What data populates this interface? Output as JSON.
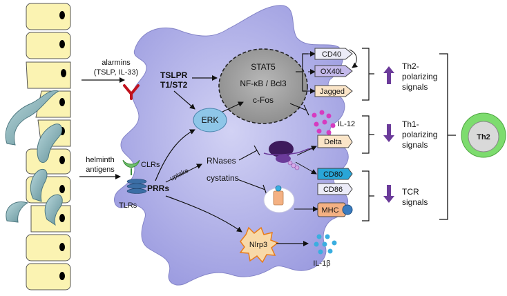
{
  "labels": {
    "alarmins_line1": "alarmins",
    "alarmins_line2": "(TSLP, IL-33)",
    "helminth_line1": "helminth",
    "helminth_line2": "antigens",
    "clrs": "CLRs",
    "tlrs": "TLRs",
    "prrs": "PRRs",
    "uptake": "uptake",
    "tslpr": "TSLPR",
    "t1st2": "T1/ST2",
    "erk": "ERK",
    "stat5": "STAT5",
    "nfkb": "NF-κB / Bcl3",
    "cfos": "c-Fos",
    "rnases": "RNases",
    "cystatins": "cystatins",
    "nlrp3": "Nlrp3",
    "il12": "IL-12",
    "il1b": "IL-1β",
    "cd40": "CD40",
    "ox40l": "OX40L",
    "jagged": "Jagged",
    "delta": "Delta",
    "cd80": "CD80",
    "cd86": "CD86",
    "mhc": "MHC",
    "th2pol_1": "Th2-",
    "th2pol_2": "polarizing",
    "th2pol_3": "signals",
    "th1pol_1": "Th1-",
    "th1pol_2": "polarizing",
    "th1pol_3": "signals",
    "tcr_1": "TCR",
    "tcr_2": "signals",
    "th2": "Th2"
  },
  "colors": {
    "epithelium": "#fbf3b2",
    "dc_body": "#b3b3ea",
    "nucleus": "#a3a3a3",
    "erk": "#8ec6e8",
    "purple_arrow": "#6b3b9a",
    "receptor_red": "#c0121d",
    "th2_outer": "#7ddc6e",
    "magenta": "#d63bc0",
    "cyan": "#3aaee0"
  },
  "arrows": {
    "th2_polarizing": "up",
    "th1_polarizing": "down",
    "tcr_signals": "down"
  }
}
